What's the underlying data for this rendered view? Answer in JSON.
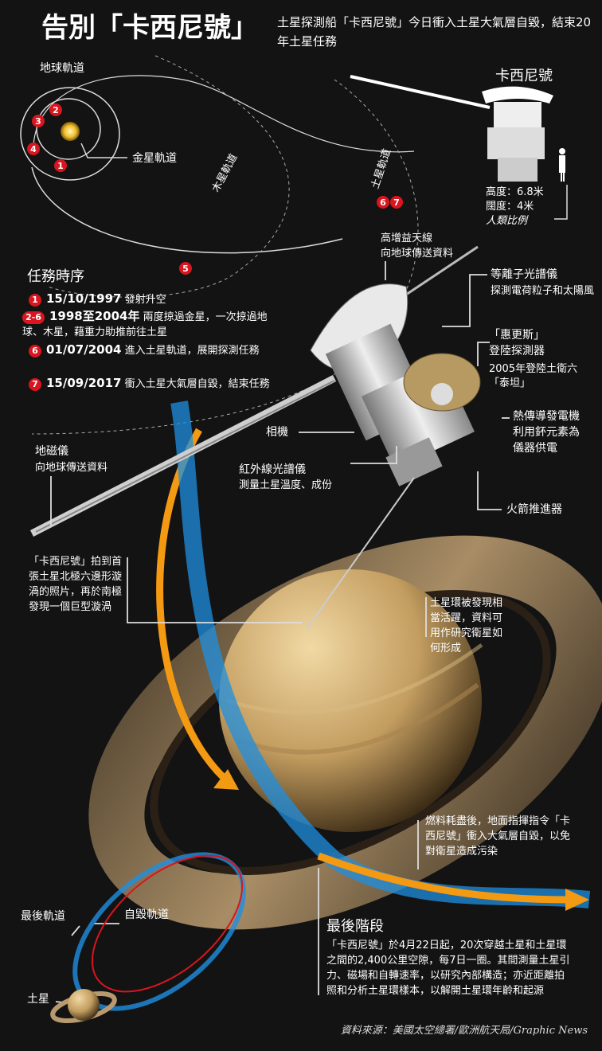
{
  "header": {
    "title": "告別「卡西尼號」",
    "subtitle": "土星探測船「卡西尼號」今日衝入土星大氣層自毀，結束20年土星任務"
  },
  "orbits": {
    "earth_orbit": "地球軌道",
    "venus_orbit": "金星軌道",
    "jupiter_orbit": "木星軌道",
    "saturn_orbit": "土星軌道"
  },
  "spacecraft_scale": {
    "name": "卡西尼號",
    "height": "高度：6.8米",
    "width": "闊度：4米",
    "human_scale": "人類比例"
  },
  "mission": {
    "heading": "任務時序",
    "events": [
      {
        "badge": "1",
        "date": "15/10/1997",
        "text": "發射升空"
      },
      {
        "badge": "2-6",
        "date": "1998至2004年",
        "text": "兩度掠過金星，一次掠過地球、木星，藉重力助推前往土星"
      },
      {
        "badge": "6",
        "date": "01/07/2004",
        "text": "進入土星軌道，展開探測任務"
      },
      {
        "badge": "7",
        "date": "15/09/2017",
        "text": "衝入土星大氣層自毀，結束任務"
      }
    ]
  },
  "components": {
    "antenna": [
      "高增益天線",
      "向地球傳送資料"
    ],
    "plasma": [
      "等離子光譜儀",
      "探測電荷粒子和太陽風"
    ],
    "huygens": [
      "「惠更斯」",
      "登陸探測器",
      "2005年登陸土衛六",
      "「泰坦」"
    ],
    "rtg": [
      "熱傳導發電機",
      "利用鈈元素為",
      "儀器供電"
    ],
    "camera": "相機",
    "infrared": [
      "紅外線光譜儀",
      "測量土星溫度、成份"
    ],
    "thruster": "火箭推進器",
    "magnetometer": [
      "地磁儀",
      "向地球傳送資料"
    ]
  },
  "notes": {
    "hexagon": "「卡西尼號」拍到首張土星北極六邊形漩渦的照片，再於南極發現一個巨型漩渦",
    "rings": "土星環被發現相當活躍，資料可用作研究衛星如何形成",
    "final_command": "燃料耗盡後，地面指揮指令「卡西尼號」衝入大氣層自毀，以免對衛星造成污染"
  },
  "final": {
    "last_orbit": "最後軌道",
    "self_destruct_orbit": "自毀軌道",
    "saturn": "土星",
    "heading": "最後階段",
    "text": "「卡西尼號」於4月22日起，20次穿越土星和土星環之間的2,400公里空隙，每7日一圈。其間測量土星引力、磁場和自轉速率，以研究內部構造；亦近距離拍照和分析土星環樣本，以解開土星環年齡和起源"
  },
  "source": "資料來源：美國太空總署/歐洲航天局/Graphic News",
  "colors": {
    "background": "#131313",
    "badge": "#d9151f",
    "orange_path": "#f39a12",
    "blue_path": "#1f8fe0",
    "saturn": "#c9a56a"
  }
}
